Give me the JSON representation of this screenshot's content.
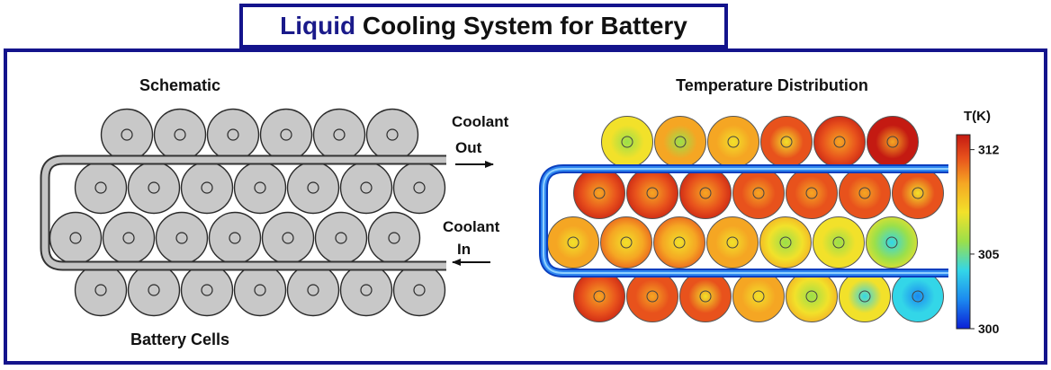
{
  "title": {
    "highlight": "Liquid",
    "rest": "Cooling System for Battery"
  },
  "schematic": {
    "heading": "Schematic",
    "coolant_out": [
      "Coolant",
      "Out"
    ],
    "coolant_in": [
      "Coolant",
      "In"
    ],
    "caption": "Battery Cells"
  },
  "temperature": {
    "heading": "Temperature Distribution",
    "unit_label": "T(K)",
    "ticks": [
      "312",
      "305",
      "300"
    ],
    "tick_values": [
      312,
      305,
      300
    ],
    "range": [
      300,
      313
    ]
  },
  "colors": {
    "frame": "#14148c",
    "cell_fill": "#c8c8c8",
    "cell_stroke": "#2a2a2a",
    "pipe_fill": "#c4c4c4",
    "coolant_channel": "#1f6fe0",
    "colormap": [
      "#0b1fd6",
      "#1c8af0",
      "#33d6e8",
      "#9be04a",
      "#f2e12a",
      "#f5a623",
      "#e8521c",
      "#c41a12"
    ]
  }
}
